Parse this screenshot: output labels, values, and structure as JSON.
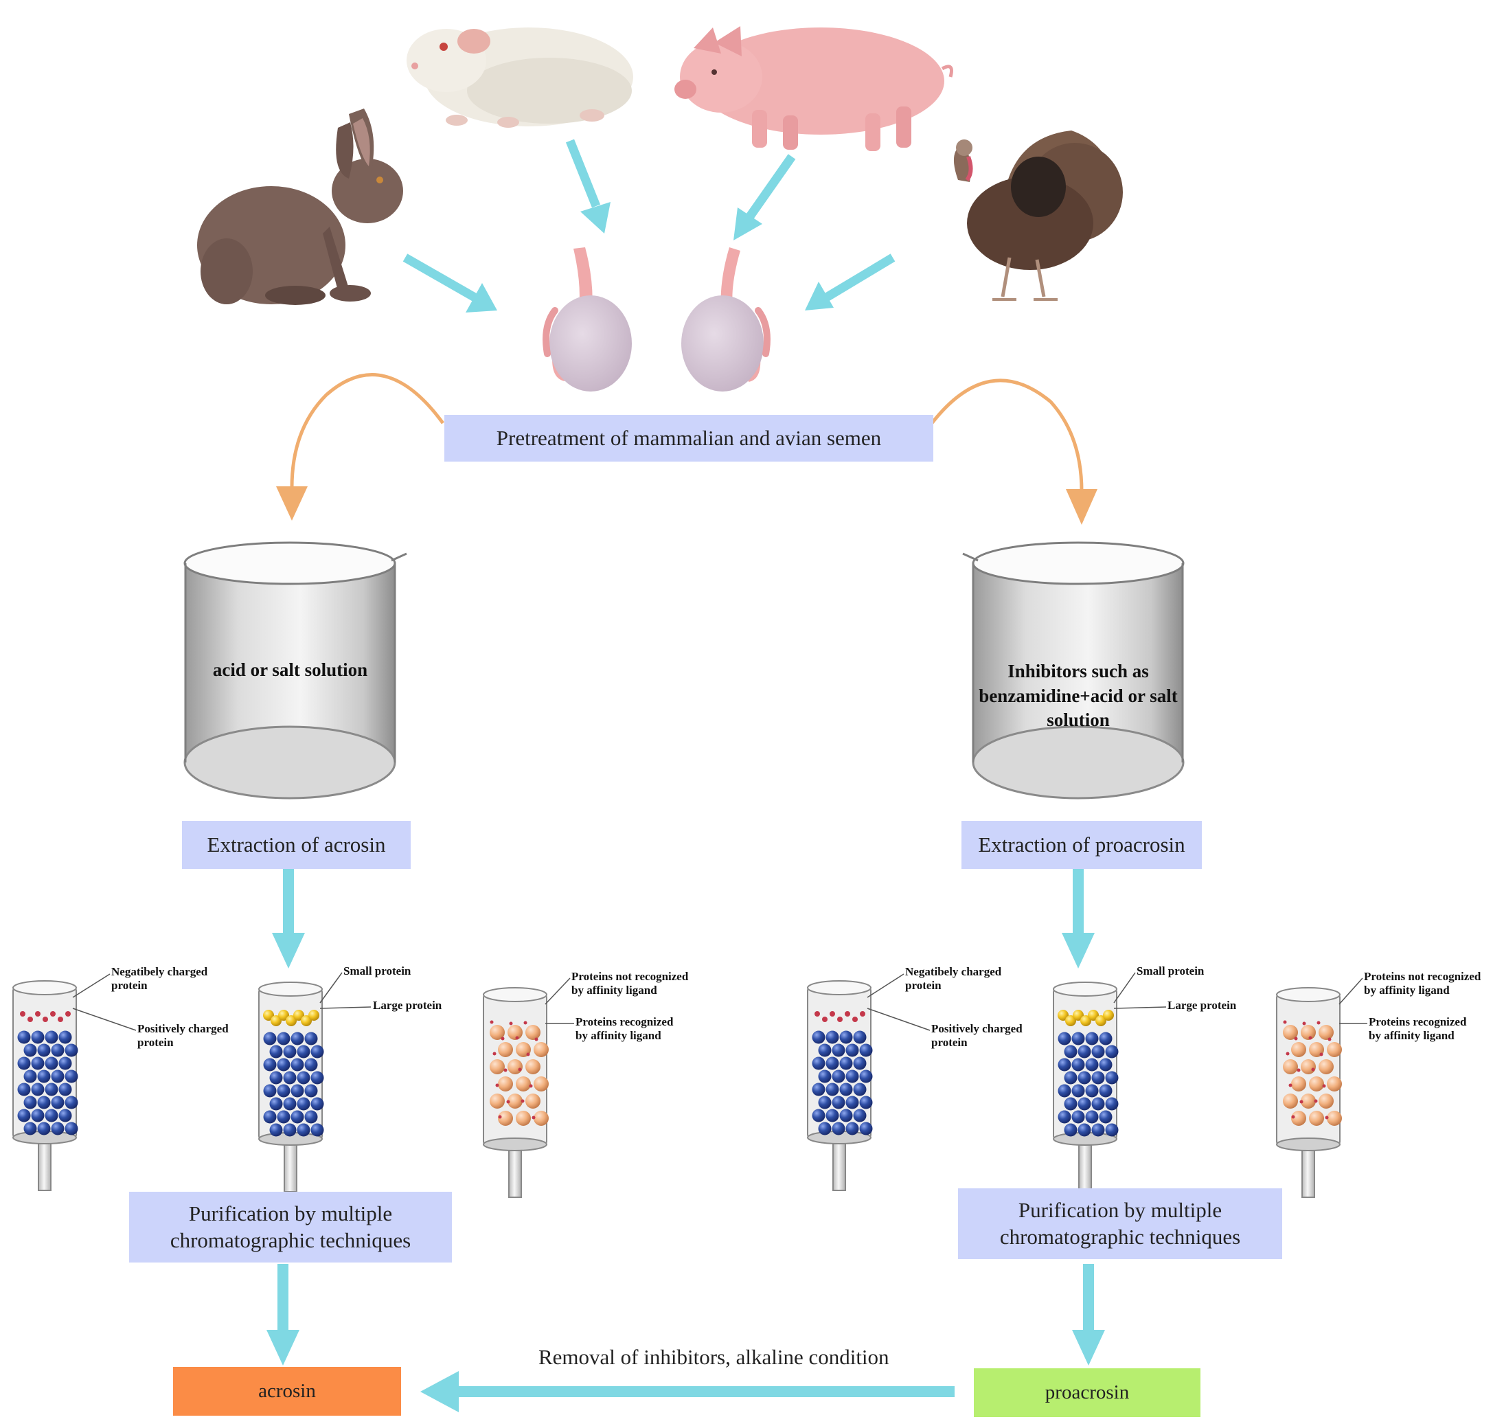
{
  "colors": {
    "arrow_cyan": "#7fd8e3",
    "arrow_orange": "#f0ad6e",
    "box_lavender": "#ccd4fb",
    "acrosin_box": "#fb8c46",
    "proacrosin_box": "#b7ee6f",
    "bead_blue": "#2f4fa6",
    "bead_yellow": "#f3c623",
    "bead_peach": "#f2b07e",
    "bead_red": "#c4384a"
  },
  "animals": [
    {
      "name": "rabbit",
      "icon": "rabbit-icon"
    },
    {
      "name": "guinea pig",
      "icon": "guinea-pig-icon"
    },
    {
      "name": "pig",
      "icon": "pig-icon"
    },
    {
      "name": "turkey",
      "icon": "turkey-icon"
    }
  ],
  "organ_icon": "testes-icon",
  "pretreatment": "Pretreatment of mammalian and avian semen",
  "left": {
    "beaker_text": "acid or salt solution",
    "extraction": "Extraction of acrosin",
    "purification": [
      "Purification by multiple",
      "chromatographic techniques"
    ],
    "columns": {
      "ion": {
        "negative": [
          "Negatibely charged",
          "protein"
        ],
        "positive": [
          "Positively charged",
          "protein"
        ]
      },
      "size": {
        "small": "Small protein",
        "large": "Large protein"
      },
      "affinity": {
        "not_recognized": [
          "Proteins not recognized",
          "by affinity ligand"
        ],
        "recognized": [
          "Proteins recognized",
          "by affinity ligand"
        ]
      }
    }
  },
  "right": {
    "beaker_text": [
      "Inhibitors such as",
      "benzamidine+acid or",
      "salt solution"
    ],
    "extraction": "Extraction of proacrosin",
    "purification": [
      "Purification by multiple",
      "chromatographic techniques"
    ],
    "columns": {
      "ion": {
        "negative": [
          "Negatibely charged",
          "protein"
        ],
        "positive": [
          "Positively charged",
          "protein"
        ]
      },
      "size": {
        "small": "Small protein",
        "large": "Large protein"
      },
      "affinity": {
        "not_recognized": [
          "Proteins not recognized",
          "by affinity ligand"
        ],
        "recognized": [
          "Proteins recognized",
          "by affinity ligand"
        ]
      }
    }
  },
  "results": {
    "acrosin": "acrosin",
    "proacrosin": "proacrosin"
  },
  "conversion_label": "Removal of inhibitors, alkaline condition"
}
